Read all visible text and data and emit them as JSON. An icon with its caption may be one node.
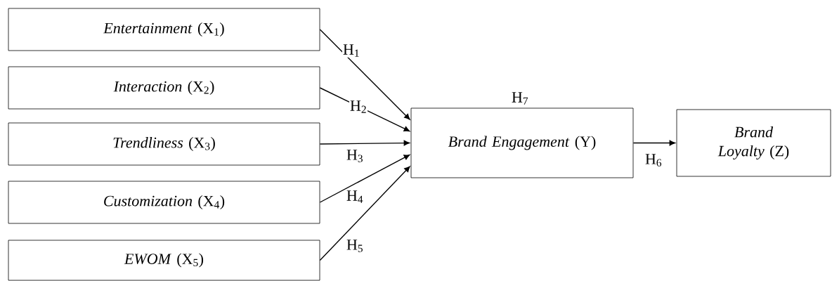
{
  "diagram": {
    "nodes": [
      {
        "text": [
          "*Entertainment* (X$_{1}$)"
        ]
      },
      {
        "text": [
          "*Interaction* (X$_{2}$)"
        ]
      },
      {
        "text": [
          "*Trendliness*  (X$_{3}$)"
        ]
      },
      {
        "text": [
          "*Customization* (X$_{4}$)"
        ]
      },
      {
        "text": [
          "*EWOM* (X$_{5}$)"
        ]
      },
      {
        "text": [
          "*Brand Engagement* (Y)"
        ]
      },
      {
        "text": [
          "*Brand Loyalty* (Z)"
        ]
      }
    ],
    "edges": [
      {
        "from": 0,
        "to": 5,
        "arrow": "to",
        "label": "H$_{1}$"
      },
      {
        "from": 1,
        "to": 5,
        "arrow": "to",
        "label": "H$_{2}$"
      },
      {
        "from": 2,
        "to": 5,
        "arrow": "to",
        "label": "H$_{3}$"
      },
      {
        "from": 3,
        "to": 5,
        "arrow": "to",
        "label": "H$_{4}$"
      },
      {
        "from": 4,
        "to": 5,
        "arrow": "to",
        "label": "H$_{5}$"
      },
      {
        "from": 5,
        "to": 6,
        "arrow": "to",
        "label": "H$_{6}$"
      }
    ],
    "labels": [
      "H$_{7}$"
    ]
  }
}
